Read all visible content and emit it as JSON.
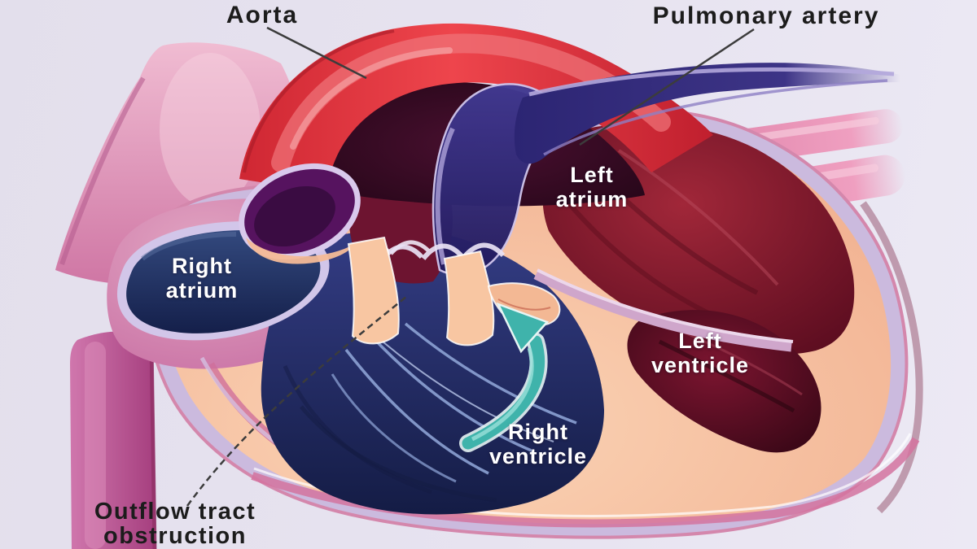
{
  "labels": {
    "aorta": "Aorta",
    "pulmonary_artery": "Pulmonary artery",
    "left_atrium": {
      "line1": "Left",
      "line2": "atrium"
    },
    "right_atrium": {
      "line1": "Right",
      "line2": "atrium"
    },
    "left_ventricle": {
      "line1": "Left",
      "line2": "ventricle"
    },
    "right_ventricle": {
      "line1": "Right",
      "line2": "ventricle"
    },
    "outflow_tract_obstruction": {
      "line1": "Outflow tract",
      "line2": "obstruction"
    }
  },
  "leader_lines": [
    {
      "target": "aorta",
      "style": "solid"
    },
    {
      "target": "pulmonary_artery",
      "style": "solid"
    },
    {
      "target": "outflow_tract_obstruction",
      "style": "dashed"
    }
  ],
  "icons": {
    "flow_arrow": "teal-curved-arrow-up-left"
  },
  "colors": {
    "background": "#e6e2ef",
    "aorta_red": "#e03540",
    "pulmonary_artery_navy": "#2f2a78",
    "left_atrium_dark_red": "#7c1628",
    "right_atrium_navy": "#1f2f60",
    "right_ventricle_navy": "#27306e",
    "left_ventricle_maroon": "#4b0c1e",
    "myocardium_peach": "#f5bb97",
    "membrane_lavender": "#cbbade",
    "superior_vena_cava_pink": "#dd92b4",
    "inferior_vena_cava_magenta": "#bb5592",
    "pulmonary_vein_pink": "#e995b6",
    "flow_arrow_teal": "#3fb3ab",
    "leader_line": "#3c3c3c",
    "label_text_dark": "#1c1c1c",
    "label_text_white": "#ffffff"
  }
}
